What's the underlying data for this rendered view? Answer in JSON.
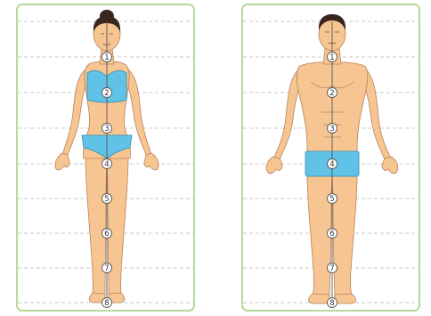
{
  "colors": {
    "panel_border": "#b7d99a",
    "guide_line": "#c8c8c8",
    "skin": "#f6c592",
    "skin_outline": "#b9825a",
    "hair": "#3a2520",
    "clothing": "#5fc2e6",
    "clothing_outline": "#2f8fb5",
    "axis_line": "#555555"
  },
  "figures": [
    {
      "id": "female",
      "markers": [
        "1",
        "2",
        "3",
        "4",
        "5",
        "6",
        "7",
        "8"
      ]
    },
    {
      "id": "male",
      "markers": [
        "1",
        "2",
        "3",
        "4",
        "5",
        "6",
        "7",
        "8"
      ]
    }
  ]
}
